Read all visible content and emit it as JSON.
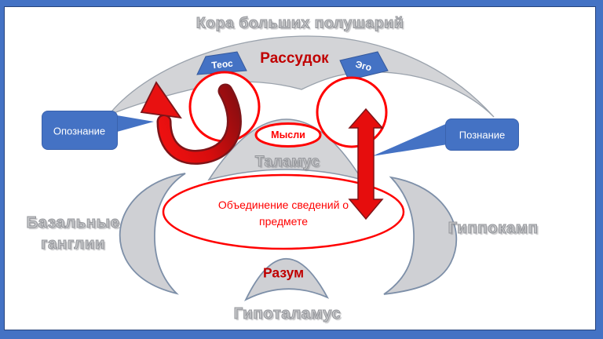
{
  "diagram": {
    "title": "Кора больших полушарий",
    "cortex_zone": "Рассудок",
    "theos_tag": "Теос",
    "ego_tag": "Эго",
    "left_callout": "Опознание",
    "right_callout": "Познание",
    "thoughts": "Мысли",
    "thalamus": "Таламус",
    "integration_note": "Объединение сведений о предмете",
    "basal_ganglia": "Базальные ганглии",
    "hippocampus": "Гиппокамп",
    "mind": "Разум",
    "hypothalamus": "Гипоталамус"
  },
  "colors": {
    "frame_blue": "#4472C4",
    "frame_inner_line": "#27447C",
    "shape_blue": "#4472C4",
    "shape_gray": "#D3D4D7",
    "moon_outline": "#7D8FA8",
    "red_outline": "#FF0000",
    "dark_red_text": "#C00000",
    "arrow_red": "#E60D0D"
  }
}
